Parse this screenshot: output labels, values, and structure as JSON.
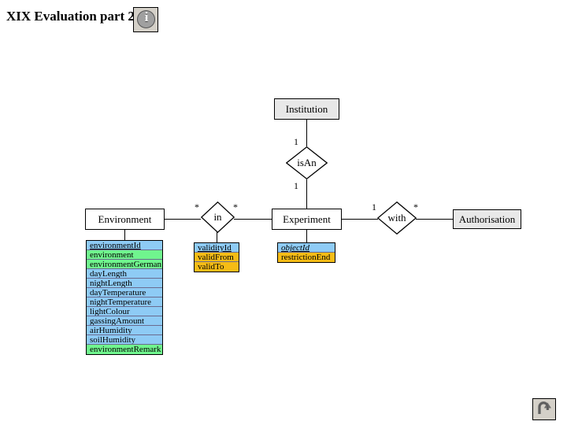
{
  "header": {
    "title": "XIX Evaluation part 2",
    "info_icon": "info-icon",
    "info_glyph": "i"
  },
  "footer": {
    "back_icon": "u-turn-up-arrow-icon"
  },
  "colors": {
    "key_attribute": "#8ecbf5",
    "text_attribute": "#70f58e",
    "date_attribute": "#f5bc16",
    "strong_entity_fill": "#e8e8e8",
    "weak_entity_fill": "#ffffff",
    "stroke": "#000000"
  },
  "diagram": {
    "entities": [
      {
        "id": "institution",
        "label": "Institution",
        "kind": "strong"
      },
      {
        "id": "environment",
        "label": "Environment",
        "kind": "weak"
      },
      {
        "id": "experiment",
        "label": "Experiment",
        "kind": "weak"
      },
      {
        "id": "authorisation",
        "label": "Authorisation",
        "kind": "strong"
      }
    ],
    "relationships": [
      {
        "id": "isan",
        "label": "isAn",
        "left_cardinality": "1",
        "right_cardinality": "1"
      },
      {
        "id": "in",
        "label": "in",
        "left_cardinality": "*",
        "right_cardinality": "*"
      },
      {
        "id": "with",
        "label": "with",
        "left_cardinality": "1",
        "right_cardinality": "*"
      }
    ],
    "attribute_groups": [
      {
        "id": "environment-attributes",
        "owner": "Environment",
        "attributes": [
          {
            "name": "environmentId",
            "color": "blue",
            "key": true,
            "italic": false
          },
          {
            "name": "environment",
            "color": "green",
            "key": false,
            "italic": false
          },
          {
            "name": "environmentGerman",
            "color": "green",
            "key": false,
            "italic": false
          },
          {
            "name": "dayLength",
            "color": "blue",
            "key": false,
            "italic": false
          },
          {
            "name": "nightLength",
            "color": "blue",
            "key": false,
            "italic": false
          },
          {
            "name": "dayTemperature",
            "color": "blue",
            "key": false,
            "italic": false
          },
          {
            "name": "nightTemperature",
            "color": "blue",
            "key": false,
            "italic": false
          },
          {
            "name": "lightColour",
            "color": "blue",
            "key": false,
            "italic": false
          },
          {
            "name": "gassingAmount",
            "color": "blue",
            "key": false,
            "italic": false
          },
          {
            "name": "airHumidity",
            "color": "blue",
            "key": false,
            "italic": false
          },
          {
            "name": "soilHumidity",
            "color": "blue",
            "key": false,
            "italic": false
          },
          {
            "name": "environmentRemark",
            "color": "green",
            "key": false,
            "italic": false
          }
        ]
      },
      {
        "id": "in-attributes",
        "owner": "in",
        "attributes": [
          {
            "name": "validityId",
            "color": "blue",
            "key": true,
            "italic": false
          },
          {
            "name": "validFrom",
            "color": "orange",
            "key": false,
            "italic": false
          },
          {
            "name": "validTo",
            "color": "orange",
            "key": false,
            "italic": false
          }
        ]
      },
      {
        "id": "experiment-attributes",
        "owner": "Experiment",
        "attributes": [
          {
            "name": "objectId",
            "color": "blue",
            "key": true,
            "italic": true
          },
          {
            "name": "restrictionEnd",
            "color": "orange",
            "key": false,
            "italic": false
          }
        ]
      }
    ]
  }
}
